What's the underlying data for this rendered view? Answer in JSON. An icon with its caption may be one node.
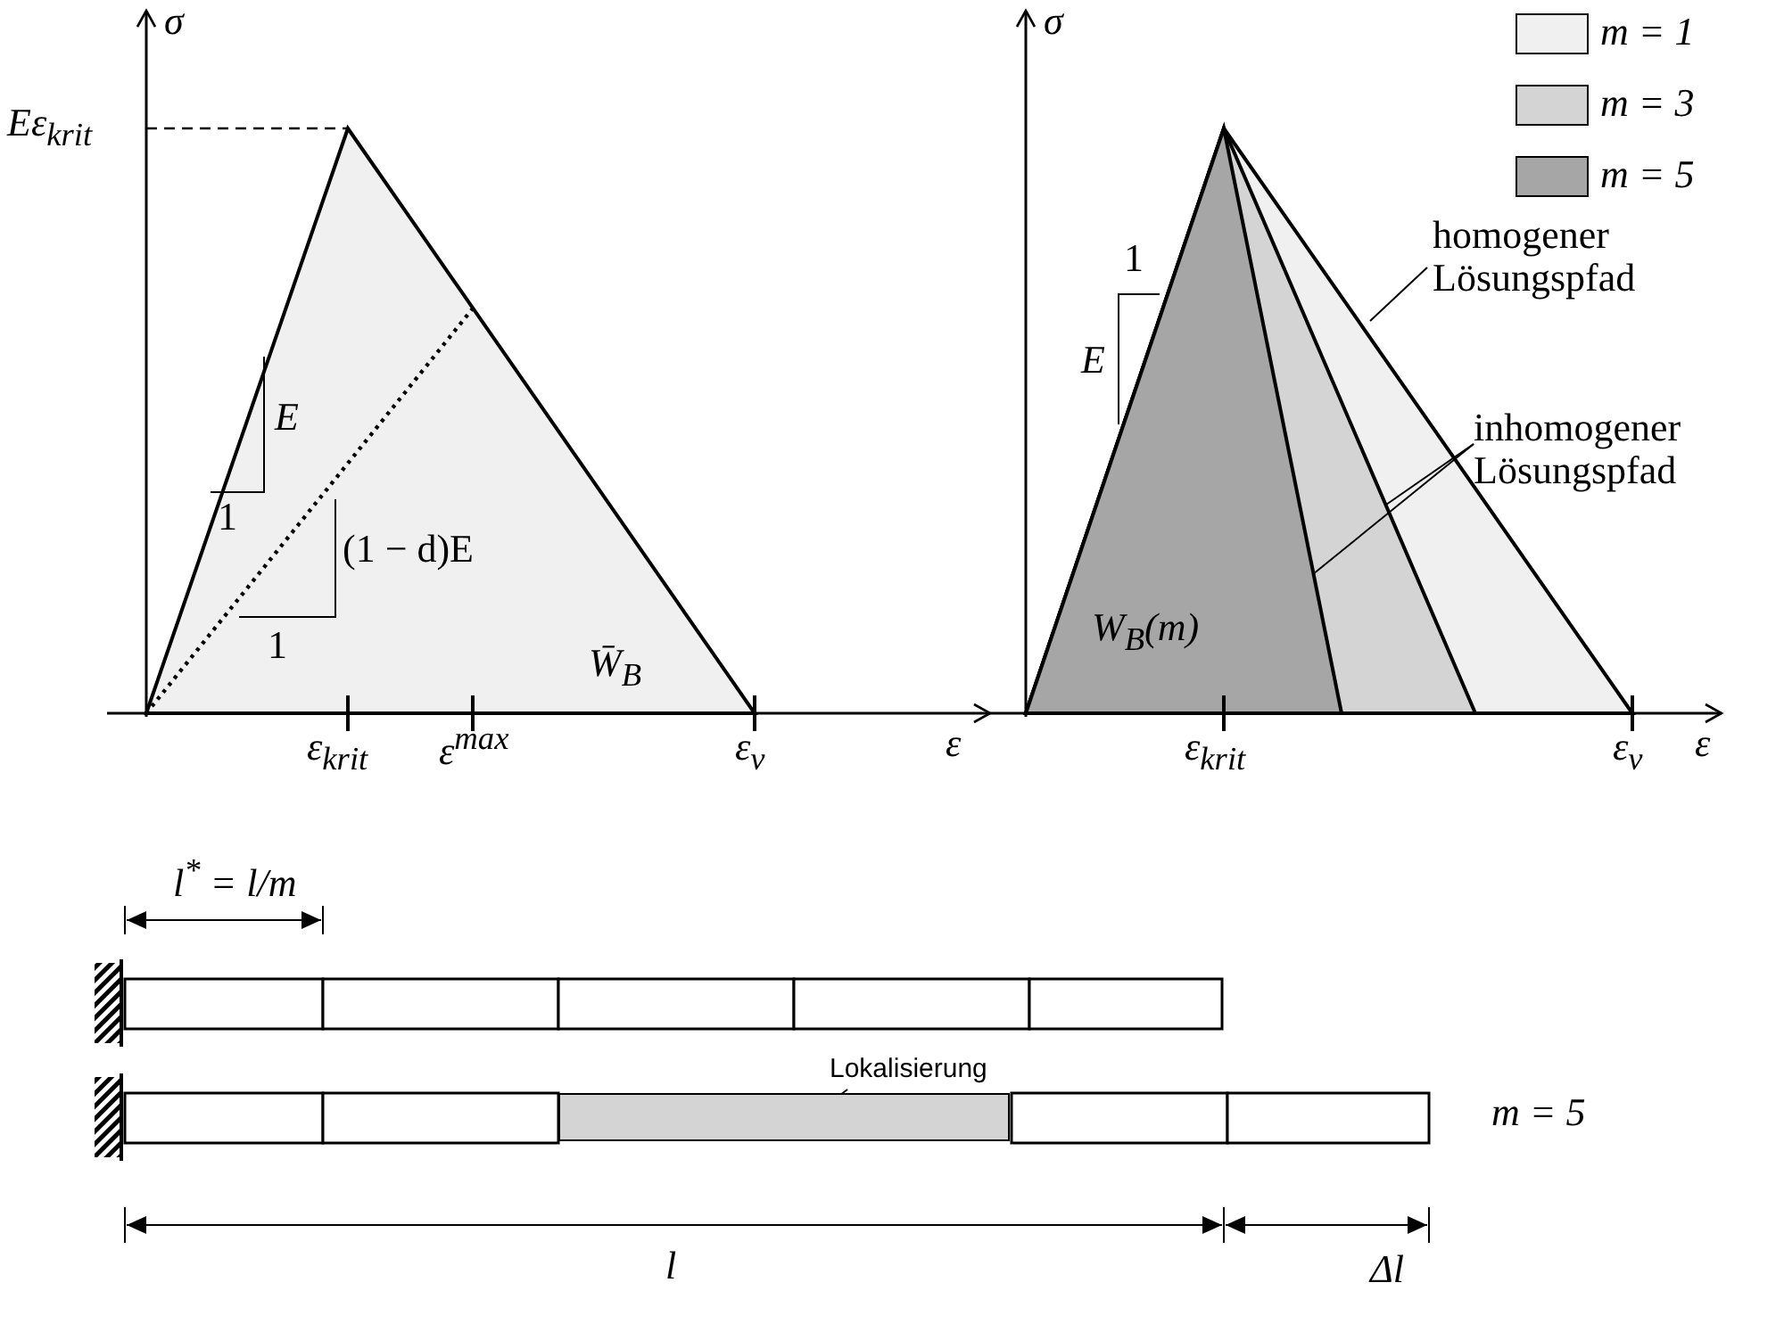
{
  "diagram": {
    "nodes": [
      {
        "text": [
          "homogener Lösungspfad"
        ]
      },
      {
        "text": [
          "inhomogener Lösungspfad"
        ]
      },
      {
        "text": [
          "Lokalisierung"
        ]
      },
      {
        "text": [],
        "shape": "box"
      }
    ],
    "edges": [
      {
        "from": 0,
        "to": null,
        "arrow": "none"
      },
      {
        "from": 1,
        "to": null,
        "arrow": "none"
      },
      {
        "from": 1,
        "to": null,
        "arrow": "none"
      },
      {
        "from": 2,
        "to": 3,
        "arrow": "none"
      }
    ],
    "labels": [
      "σ",
      "Eε$_{krit}$",
      "σ",
      "1",
      "E",
      "E",
      "1",
      "(1 − d)E",
      "W$_{B}$(m)",
      "1",
      "W̄$_{B}$",
      "ε",
      "ε",
      "ε$_{krit}$",
      "ε$^{max}$",
      "ε$_{v}$",
      "ε$_{krit}$",
      "ε$_{v}$",
      "l$^{*}$ = l/m",
      "m = 5",
      "l",
      "Δl"
    ],
    "legend": [
      {
        "text": "m = 1",
        "color": "#f0f0f0"
      },
      {
        "text": "m = 3",
        "color": "#d4d4d4"
      },
      {
        "text": "m = 5",
        "color": "#a6a6a6"
      }
    ]
  }
}
